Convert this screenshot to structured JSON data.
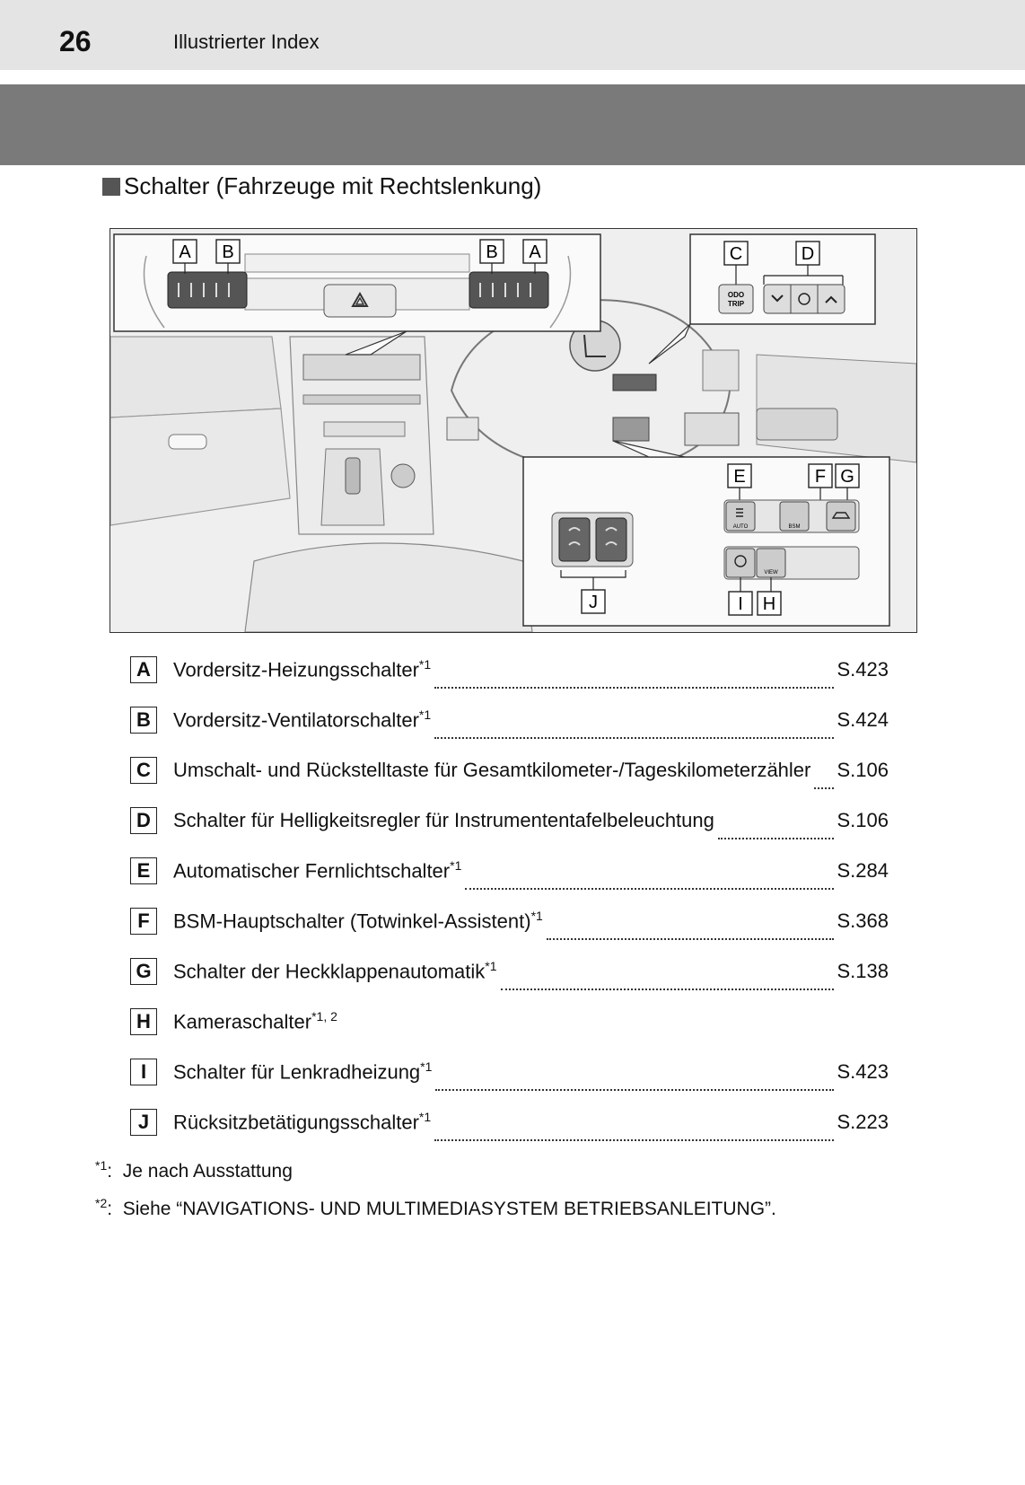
{
  "header": {
    "page_number": "26",
    "title": "Illustrierter Index"
  },
  "section_title": "Schalter (Fahrzeuge mit Rechtslenkung)",
  "figure": {
    "callouts": [
      "A",
      "B",
      "B",
      "A",
      "C",
      "D",
      "E",
      "F",
      "G",
      "J",
      "I",
      "H"
    ],
    "button_texts": {
      "odo_line1": "ODO",
      "odo_line2": "TRIP",
      "auto": "AUTO",
      "bsm": "BSM",
      "view": "VIEW"
    }
  },
  "items": [
    {
      "letter": "A",
      "label": "Vordersitz-Heizungsschalter",
      "sup": "*1",
      "page": "S.423"
    },
    {
      "letter": "B",
      "label": "Vordersitz-Ventilatorschalter",
      "sup": "*1",
      "page": "S.424"
    },
    {
      "letter": "C",
      "label": "Umschalt- und Rückstelltaste für Gesamtkilometer-/Tageskilometerzähler",
      "sup": "",
      "page": "S.106"
    },
    {
      "letter": "D",
      "label": "Schalter für Helligkeitsregler für Instrumententafelbeleuchtung",
      "sup": "",
      "page": "S.106"
    },
    {
      "letter": "E",
      "label": "Automatischer Fernlichtschalter",
      "sup": "*1",
      "page": "S.284"
    },
    {
      "letter": "F",
      "label": "BSM-Hauptschalter (Totwinkel-Assistent)",
      "sup": "*1",
      "page": "S.368"
    },
    {
      "letter": "G",
      "label": "Schalter der Heckklappenautomatik",
      "sup": "*1",
      "page": "S.138"
    },
    {
      "letter": "H",
      "label": "Kameraschalter",
      "sup": "*1, 2",
      "page": ""
    },
    {
      "letter": "I",
      "label": "Schalter für Lenkradheizung",
      "sup": "*1",
      "page": "S.423"
    },
    {
      "letter": "J",
      "label": "Rücksitzbetätigungsschalter",
      "sup": "*1",
      "page": "S.223"
    }
  ],
  "footnotes": [
    {
      "mark": "*1",
      "text": "Je nach Ausstattung"
    },
    {
      "mark": "*2",
      "text": "Siehe “NAVIGATIONS- UND MULTIMEDIASYSTEM BETRIEBSANLEITUNG”."
    }
  ]
}
